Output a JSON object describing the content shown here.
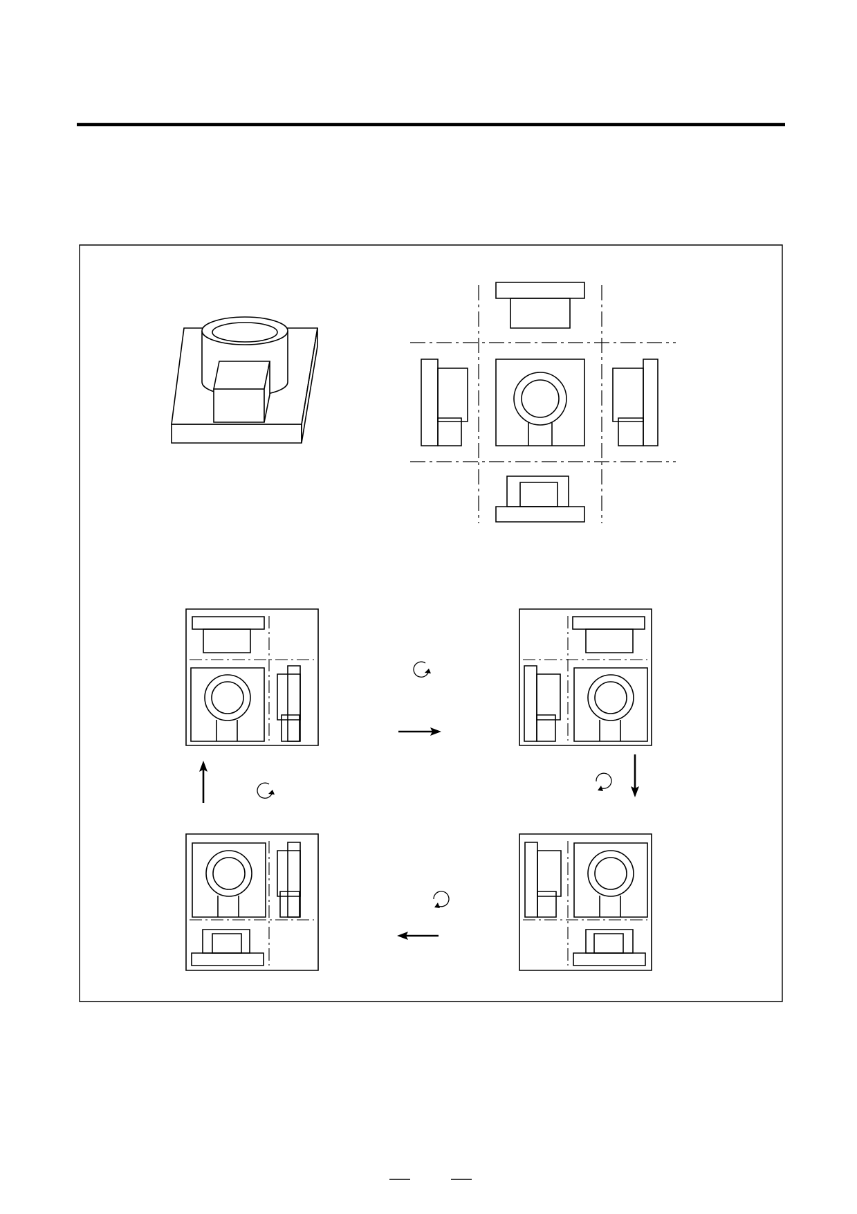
{
  "page": {
    "background": "#ffffff",
    "ink": "#000000"
  },
  "figure": {
    "isometric_block": {
      "icon": "isometric-part-icon"
    },
    "projection_views": {
      "icon": "six-view-projection-icon"
    },
    "panels": [
      {
        "name": "panel-top-left",
        "icon": "view-arrangement-icon"
      },
      {
        "name": "panel-top-right",
        "icon": "view-arrangement-icon"
      },
      {
        "name": "panel-bottom-left",
        "icon": "view-arrangement-icon"
      },
      {
        "name": "panel-bottom-right",
        "icon": "view-arrangement-icon"
      }
    ],
    "arrows": [
      {
        "name": "arrow-right",
        "icon": "arrow-right-icon"
      },
      {
        "name": "arrow-down",
        "icon": "arrow-down-icon"
      },
      {
        "name": "arrow-left",
        "icon": "arrow-left-icon"
      },
      {
        "name": "arrow-up",
        "icon": "arrow-up-icon"
      }
    ],
    "rotation_marks": [
      {
        "name": "rotate-mark-top",
        "icon": "rotate-counterclockwise-icon"
      },
      {
        "name": "rotate-mark-right",
        "icon": "rotate-counterclockwise-icon"
      },
      {
        "name": "rotate-mark-bottom",
        "icon": "rotate-counterclockwise-icon"
      },
      {
        "name": "rotate-mark-left",
        "icon": "rotate-counterclockwise-icon"
      }
    ]
  }
}
